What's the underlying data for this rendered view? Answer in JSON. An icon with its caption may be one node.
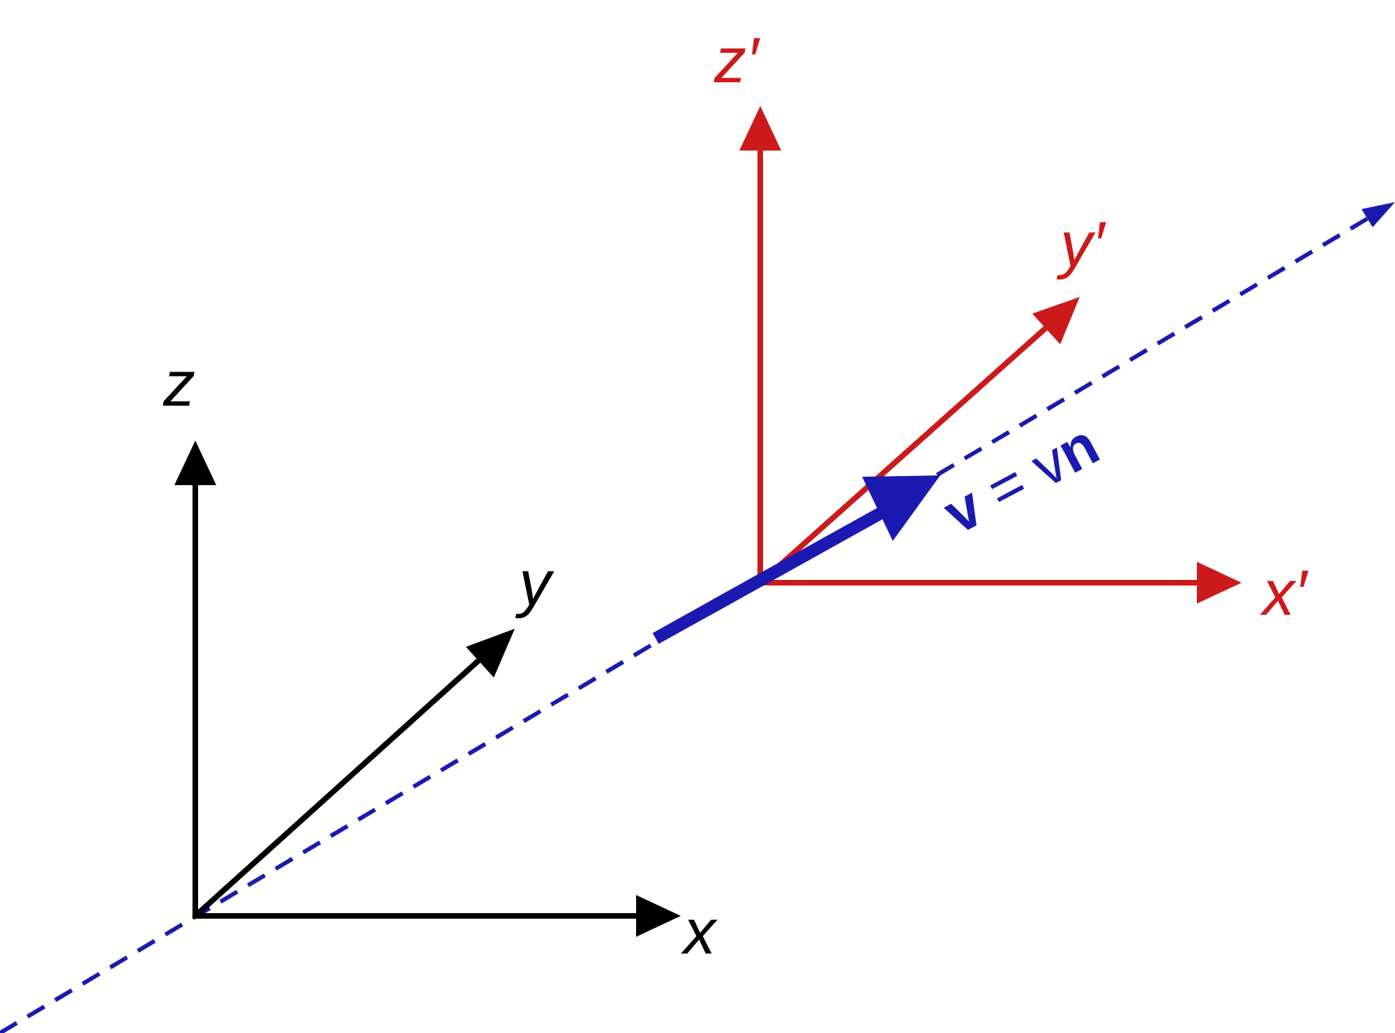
{
  "diagram": {
    "labels": [
      "z′",
      "y′",
      "x′",
      "**v** = v**n**",
      "z",
      "y",
      "x"
    ]
  }
}
